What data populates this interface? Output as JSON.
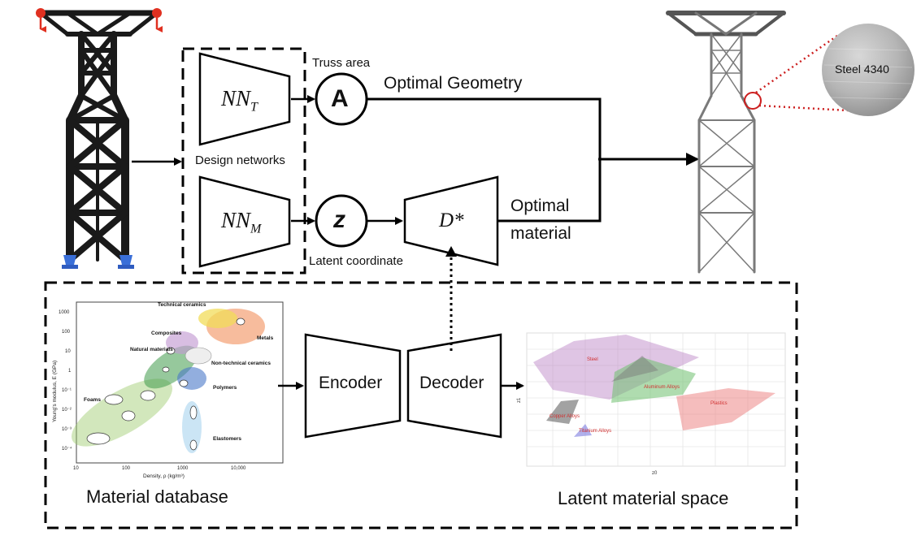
{
  "labels": {
    "truss_area": "Truss area",
    "optimal_geometry": "Optimal Geometry",
    "design_networks": "Design networks",
    "optimal": "Optimal",
    "material": "material",
    "latent_coordinate": "Latent coordinate",
    "steel": "Steel 4340",
    "encoder": "Encoder",
    "decoder": "Decoder",
    "material_database": "Material database",
    "latent_material_space": "Latent material space"
  },
  "symbols": {
    "nn_t": "NN",
    "nn_t_sub": "T",
    "nn_m": "NN",
    "nn_m_sub": "M",
    "area_node": "A",
    "latent_node": "z",
    "decoder_star": "D*"
  },
  "ashby_chart": {
    "xlabel": "Density, ρ (kg/m³)",
    "ylabel": "Young's modulus, E (GPa)",
    "x_ticks": [
      "10",
      "100",
      "1000",
      "10,000"
    ],
    "y_ticks": [
      "1000",
      "100",
      "10",
      "1",
      "10⁻¹",
      "10⁻²",
      "10⁻³",
      "10⁻⁴"
    ],
    "families": [
      "Technical ceramics",
      "Composites",
      "Metals",
      "Natural materials",
      "Non-technical ceramics",
      "Polymers",
      "Foams",
      "Elastomers"
    ]
  },
  "latent_chart": {
    "xlabel": "z0",
    "ylabel": "z1",
    "groups": [
      "Steel",
      "Aluminum Alloys",
      "Plastics",
      "Copper Alloys",
      "Titanium Alloys"
    ]
  },
  "colors": {
    "ink": "#000000",
    "accent_red": "#cc1f1f",
    "support_blue": "#3a6fd8",
    "load_red": "#e03020"
  }
}
